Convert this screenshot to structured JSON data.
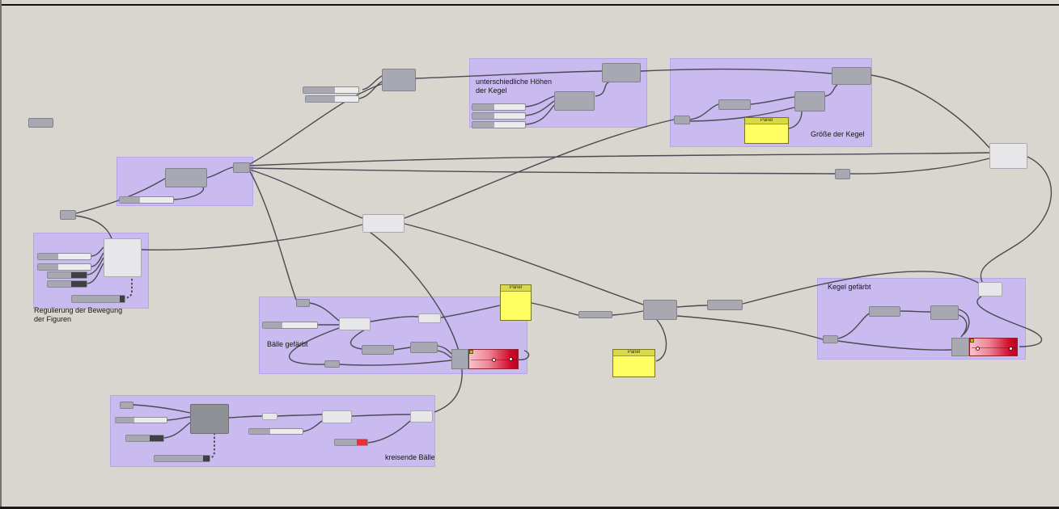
{
  "colors": {
    "canvas_bg": "#d9d6cf",
    "group_fill": "#c9baf0",
    "group_border": "#b7a6e9",
    "node_gray": "#a8a8b2",
    "node_gray_border": "#82828c",
    "node_light": "#e7e7e9",
    "node_light_border": "#a9a9b1",
    "node_dark": "#8f8f96",
    "slider_track": "#ececec",
    "slider_dark": "#3f3f46",
    "slider_red": "#e8303c",
    "panel_fill": "#ffff63",
    "panel_header": "#d9d943",
    "wire": "#4c4a52",
    "gradient_start": "#f7c3cb",
    "gradient_end": "#d30928"
  },
  "groups": {
    "hoehen": {
      "label_line1": "unterschiedliche Höhen",
      "label_line2": "der Kegel"
    },
    "groesse": {
      "label": "Größe der Kegel"
    },
    "regulierung": {
      "label_line1": "Regulierung der Bewegung",
      "label_line2": "der Figuren"
    },
    "baelle": {
      "label": "Bälle gefärbt"
    },
    "kegel": {
      "label": "Kegel gefärbt"
    },
    "kreisende": {
      "label": "kreisende Bälle"
    }
  },
  "panels": {
    "groesse_panel": {
      "title": "Panel"
    },
    "mitte_panel": {
      "title": "Panel"
    },
    "unten_panel": {
      "title": "Panel"
    }
  }
}
